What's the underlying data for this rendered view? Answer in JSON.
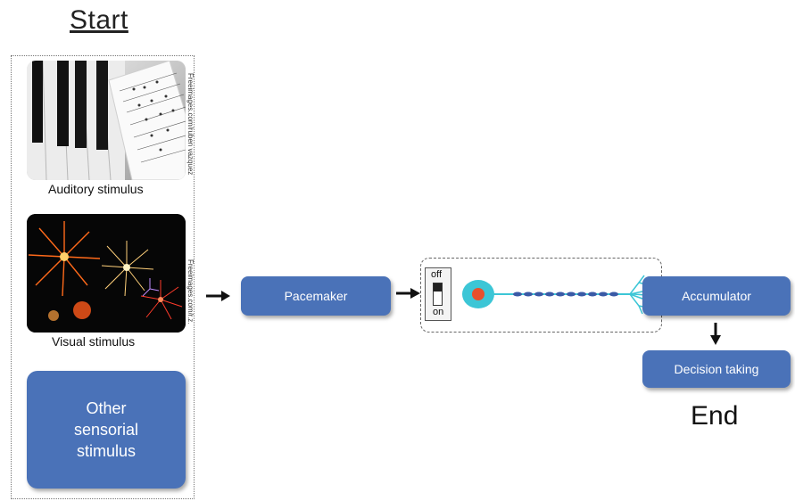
{
  "titles": {
    "start": "Start",
    "end": "End"
  },
  "stimuli": {
    "auditory_caption": "Auditory stimulus",
    "auditory_credit": "Freeimages.com/ruben vazquez",
    "visual_caption": "Visual stimulus",
    "visual_credit": "Freeimages.com/r.z.",
    "other_lines": [
      "Other",
      "sensorial",
      "stimulus"
    ]
  },
  "boxes": {
    "pacemaker": "Pacemaker",
    "accumulator": "Accumulator",
    "decision": "Decision taking"
  },
  "switch": {
    "off": "off",
    "on": "on"
  },
  "colors": {
    "box_fill": "#4a72b8",
    "box_text": "#ffffff",
    "neuron_cell": "#3cc6d6",
    "neuron_nucleus": "#e8502c",
    "axon_segment": "#3a5aa6"
  }
}
